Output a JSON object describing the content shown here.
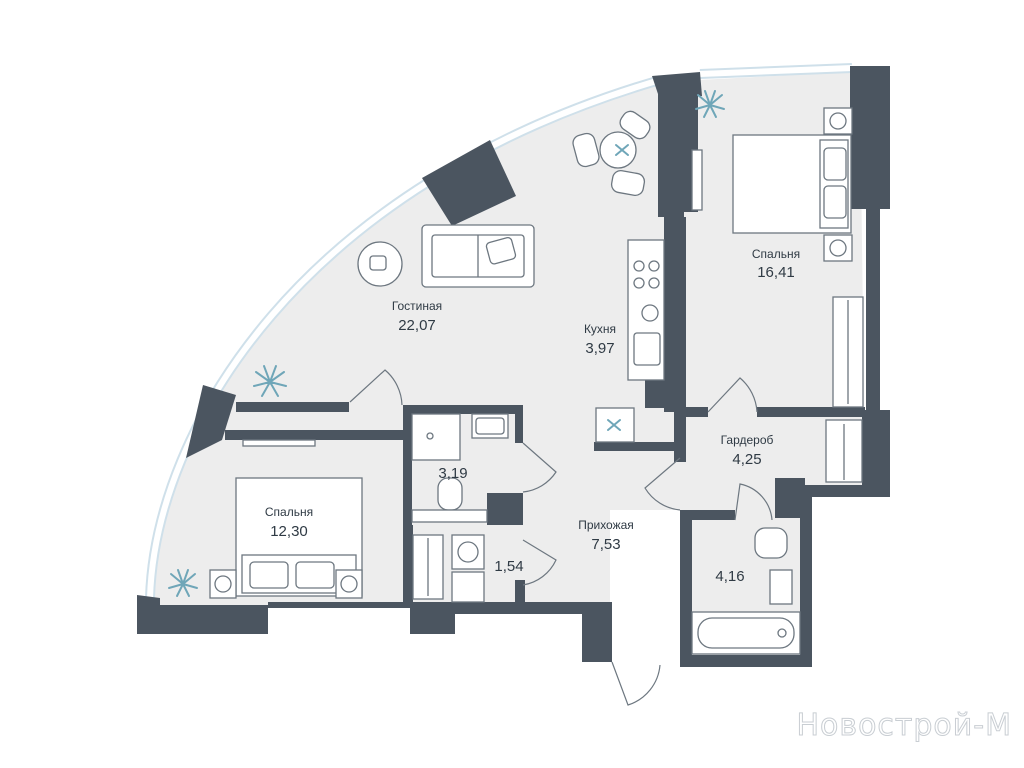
{
  "rooms": {
    "living": {
      "name": "Гостиная",
      "area": "22,07"
    },
    "kitchen": {
      "name": "Кухня",
      "area": "3,97"
    },
    "bedroom_big": {
      "name": "Спальня",
      "area": "16,41"
    },
    "bedroom_small": {
      "name": "Спальня",
      "area": "12,30"
    },
    "wardrobe": {
      "name": "Гардероб",
      "area": "4,25"
    },
    "hall": {
      "name": "Прихожая",
      "area": "7,53"
    },
    "bath1": {
      "area": "3,19"
    },
    "storage": {
      "area": "1,54"
    },
    "bath2": {
      "area": "4,16"
    }
  },
  "watermark": "Новострой-М",
  "colors": {
    "wall": "#4b5560",
    "floor": "#ededed",
    "window": "#cfe0ea",
    "plant": "#6fa6b8"
  }
}
